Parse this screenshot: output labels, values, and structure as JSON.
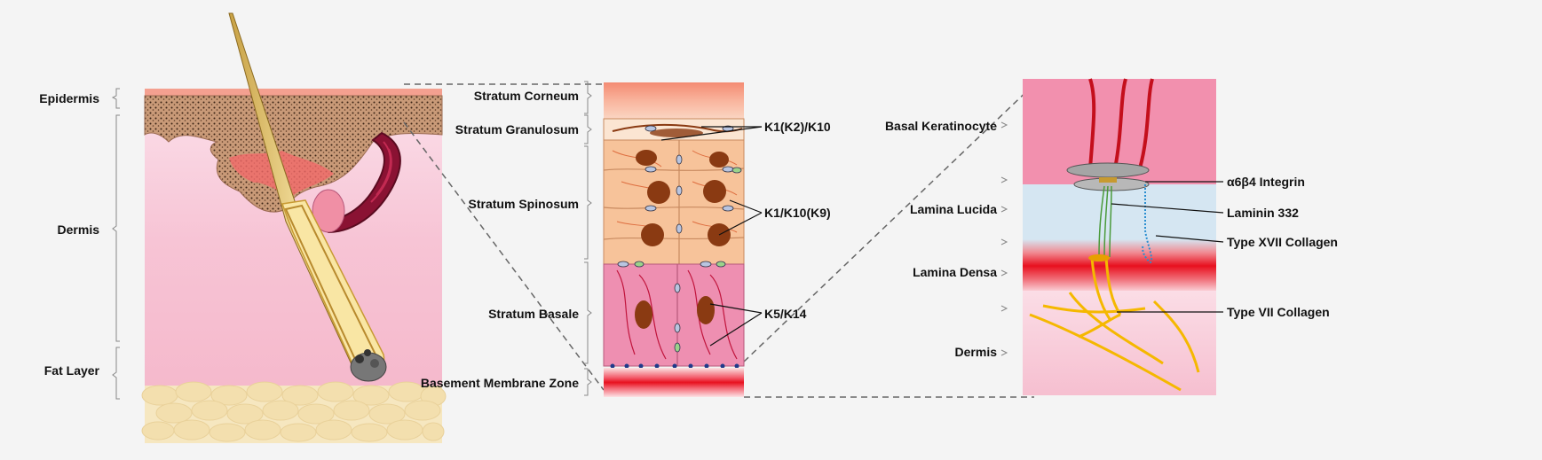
{
  "figure": {
    "skin_panel": {
      "labels": [
        "Epidermis",
        "Dermis",
        "Fat Layer"
      ]
    },
    "epidermis_panel": {
      "layer_labels": [
        "Stratum Corneum",
        "Stratum Granulosum",
        "Stratum Spinosum",
        "Stratum Basale",
        "Basement Membrane Zone"
      ],
      "keratin_labels": [
        "K1(K2)/K10",
        "K1/K10(K9)",
        "K5/K14"
      ]
    },
    "bmz_panel": {
      "layer_labels": [
        "Basal Keratinocyte",
        "Lamina Lucida",
        "Lamina Densa",
        "Dermis"
      ],
      "protein_labels": [
        "α6β4 Integrin",
        "Laminin 332",
        "Type XVII Collagen",
        "Type VII Collagen"
      ]
    },
    "colors": {
      "background": "#f4f4f4",
      "dermis_pink": "#f6c6d6",
      "fat": "#f3e3b5",
      "epidermis_brown": "#b07a5c",
      "corneum_peach": "#f9b79f",
      "spinosum_orange": "#f7c39a",
      "basale_pink": "#ee8fb1",
      "nucleus": "#8a3a12",
      "keratinocyte_pink": "#f28fae",
      "lamina_lucida_blue": "#d5e6f2",
      "lamina_densa_red": "#e8101e",
      "anchoring_fibril": "#f5b800",
      "collagen_xvii": "#2a8ed0",
      "laminin_green": "#4a9a3a",
      "integrin_grey": "#9a9a9a"
    }
  }
}
